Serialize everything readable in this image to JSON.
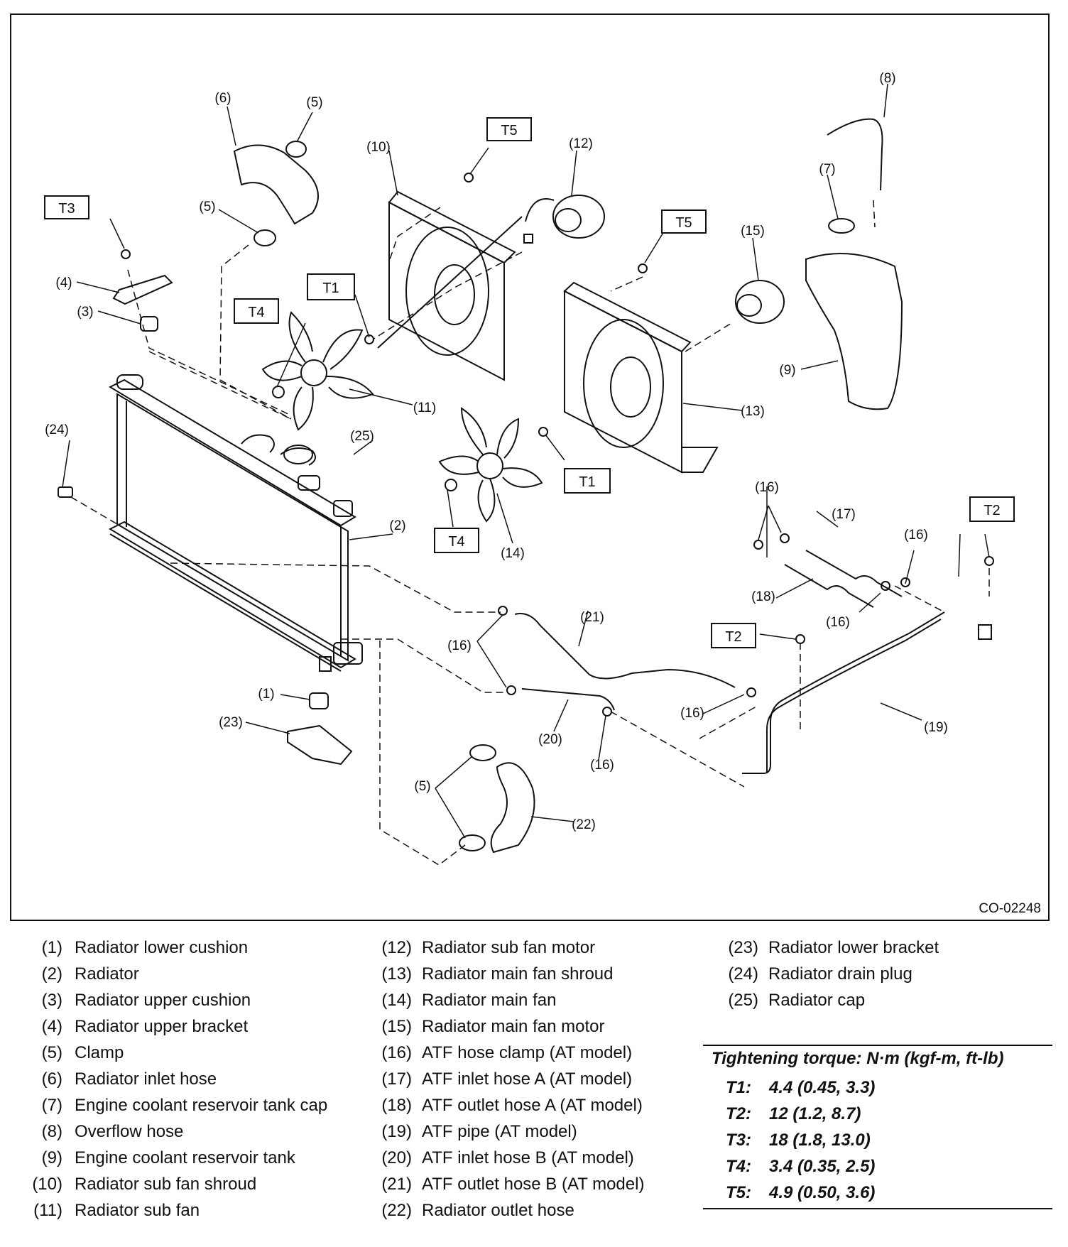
{
  "figure_id": "CO-02248",
  "callouts": {
    "c1": "(1)",
    "c2": "(2)",
    "c3": "(3)",
    "c4": "(4)",
    "c5a": "(5)",
    "c5b": "(5)",
    "c5c": "(5)",
    "c6": "(6)",
    "c7": "(7)",
    "c8": "(8)",
    "c9": "(9)",
    "c10": "(10)",
    "c11": "(11)",
    "c12": "(12)",
    "c13": "(13)",
    "c14": "(14)",
    "c15": "(15)",
    "c16a": "(16)",
    "c16b": "(16)",
    "c16c": "(16)",
    "c16d": "(16)",
    "c16e": "(16)",
    "c16f": "(16)",
    "c17": "(17)",
    "c18": "(18)",
    "c19": "(19)",
    "c20": "(20)",
    "c21": "(21)",
    "c22": "(22)",
    "c23": "(23)",
    "c24": "(24)",
    "c25": "(25)"
  },
  "torque_tags": {
    "t1a": "T1",
    "t1b": "T1",
    "t2a": "T2",
    "t2b": "T2",
    "t3": "T3",
    "t4a": "T4",
    "t4b": "T4",
    "t5a": "T5",
    "t5b": "T5"
  },
  "legend": {
    "col1": [
      {
        "num": "(1)",
        "name": "Radiator lower cushion"
      },
      {
        "num": "(2)",
        "name": "Radiator"
      },
      {
        "num": "(3)",
        "name": "Radiator upper cushion"
      },
      {
        "num": "(4)",
        "name": "Radiator upper bracket"
      },
      {
        "num": "(5)",
        "name": "Clamp"
      },
      {
        "num": "(6)",
        "name": "Radiator inlet hose"
      },
      {
        "num": "(7)",
        "name": "Engine coolant reservoir tank cap"
      },
      {
        "num": "(8)",
        "name": "Overflow hose"
      },
      {
        "num": "(9)",
        "name": "Engine coolant reservoir tank"
      },
      {
        "num": "(10)",
        "name": "Radiator sub fan shroud"
      },
      {
        "num": "(11)",
        "name": "Radiator sub fan"
      }
    ],
    "col2": [
      {
        "num": "(12)",
        "name": "Radiator sub fan motor"
      },
      {
        "num": "(13)",
        "name": "Radiator main fan shroud"
      },
      {
        "num": "(14)",
        "name": "Radiator main fan"
      },
      {
        "num": "(15)",
        "name": "Radiator main fan motor"
      },
      {
        "num": "(16)",
        "name": "ATF hose clamp (AT model)"
      },
      {
        "num": "(17)",
        "name": "ATF inlet hose A (AT model)"
      },
      {
        "num": "(18)",
        "name": "ATF outlet hose A (AT model)"
      },
      {
        "num": "(19)",
        "name": "ATF pipe (AT model)"
      },
      {
        "num": "(20)",
        "name": "ATF inlet hose B (AT model)"
      },
      {
        "num": "(21)",
        "name": "ATF outlet hose B (AT model)"
      },
      {
        "num": "(22)",
        "name": "Radiator outlet hose"
      }
    ],
    "col3": [
      {
        "num": "(23)",
        "name": "Radiator lower bracket"
      },
      {
        "num": "(24)",
        "name": "Radiator drain plug"
      },
      {
        "num": "(25)",
        "name": "Radiator cap"
      }
    ]
  },
  "torque": {
    "title": "Tightening torque: N·m (kgf-m, ft-lb)",
    "items": [
      {
        "key": "T1:",
        "value": "4.4 (0.45, 3.3)"
      },
      {
        "key": "T2:",
        "value": "12 (1.2, 8.7)"
      },
      {
        "key": "T3:",
        "value": "18 (1.8, 13.0)"
      },
      {
        "key": "T4:",
        "value": "3.4 (0.35, 2.5)"
      },
      {
        "key": "T5:",
        "value": "4.9 (0.50, 3.6)"
      }
    ]
  }
}
